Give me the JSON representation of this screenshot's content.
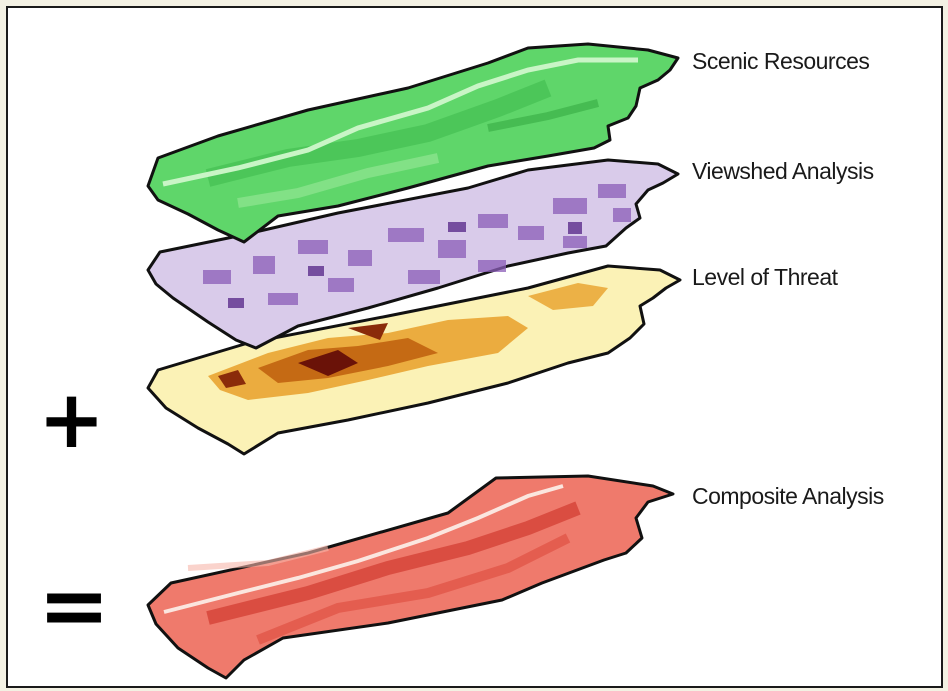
{
  "labels": {
    "scenic": "Scenic Resources",
    "viewshed": "Viewshed Analysis",
    "threat": "Level of Threat",
    "composite": "Composite Analysis"
  },
  "operators": {
    "plus": "+",
    "equals": "="
  },
  "colors": {
    "scenic": "#5fd66a",
    "viewshed": "#d9cbea",
    "threat": "#fbf2b6",
    "composite": "#ef7a6c"
  }
}
